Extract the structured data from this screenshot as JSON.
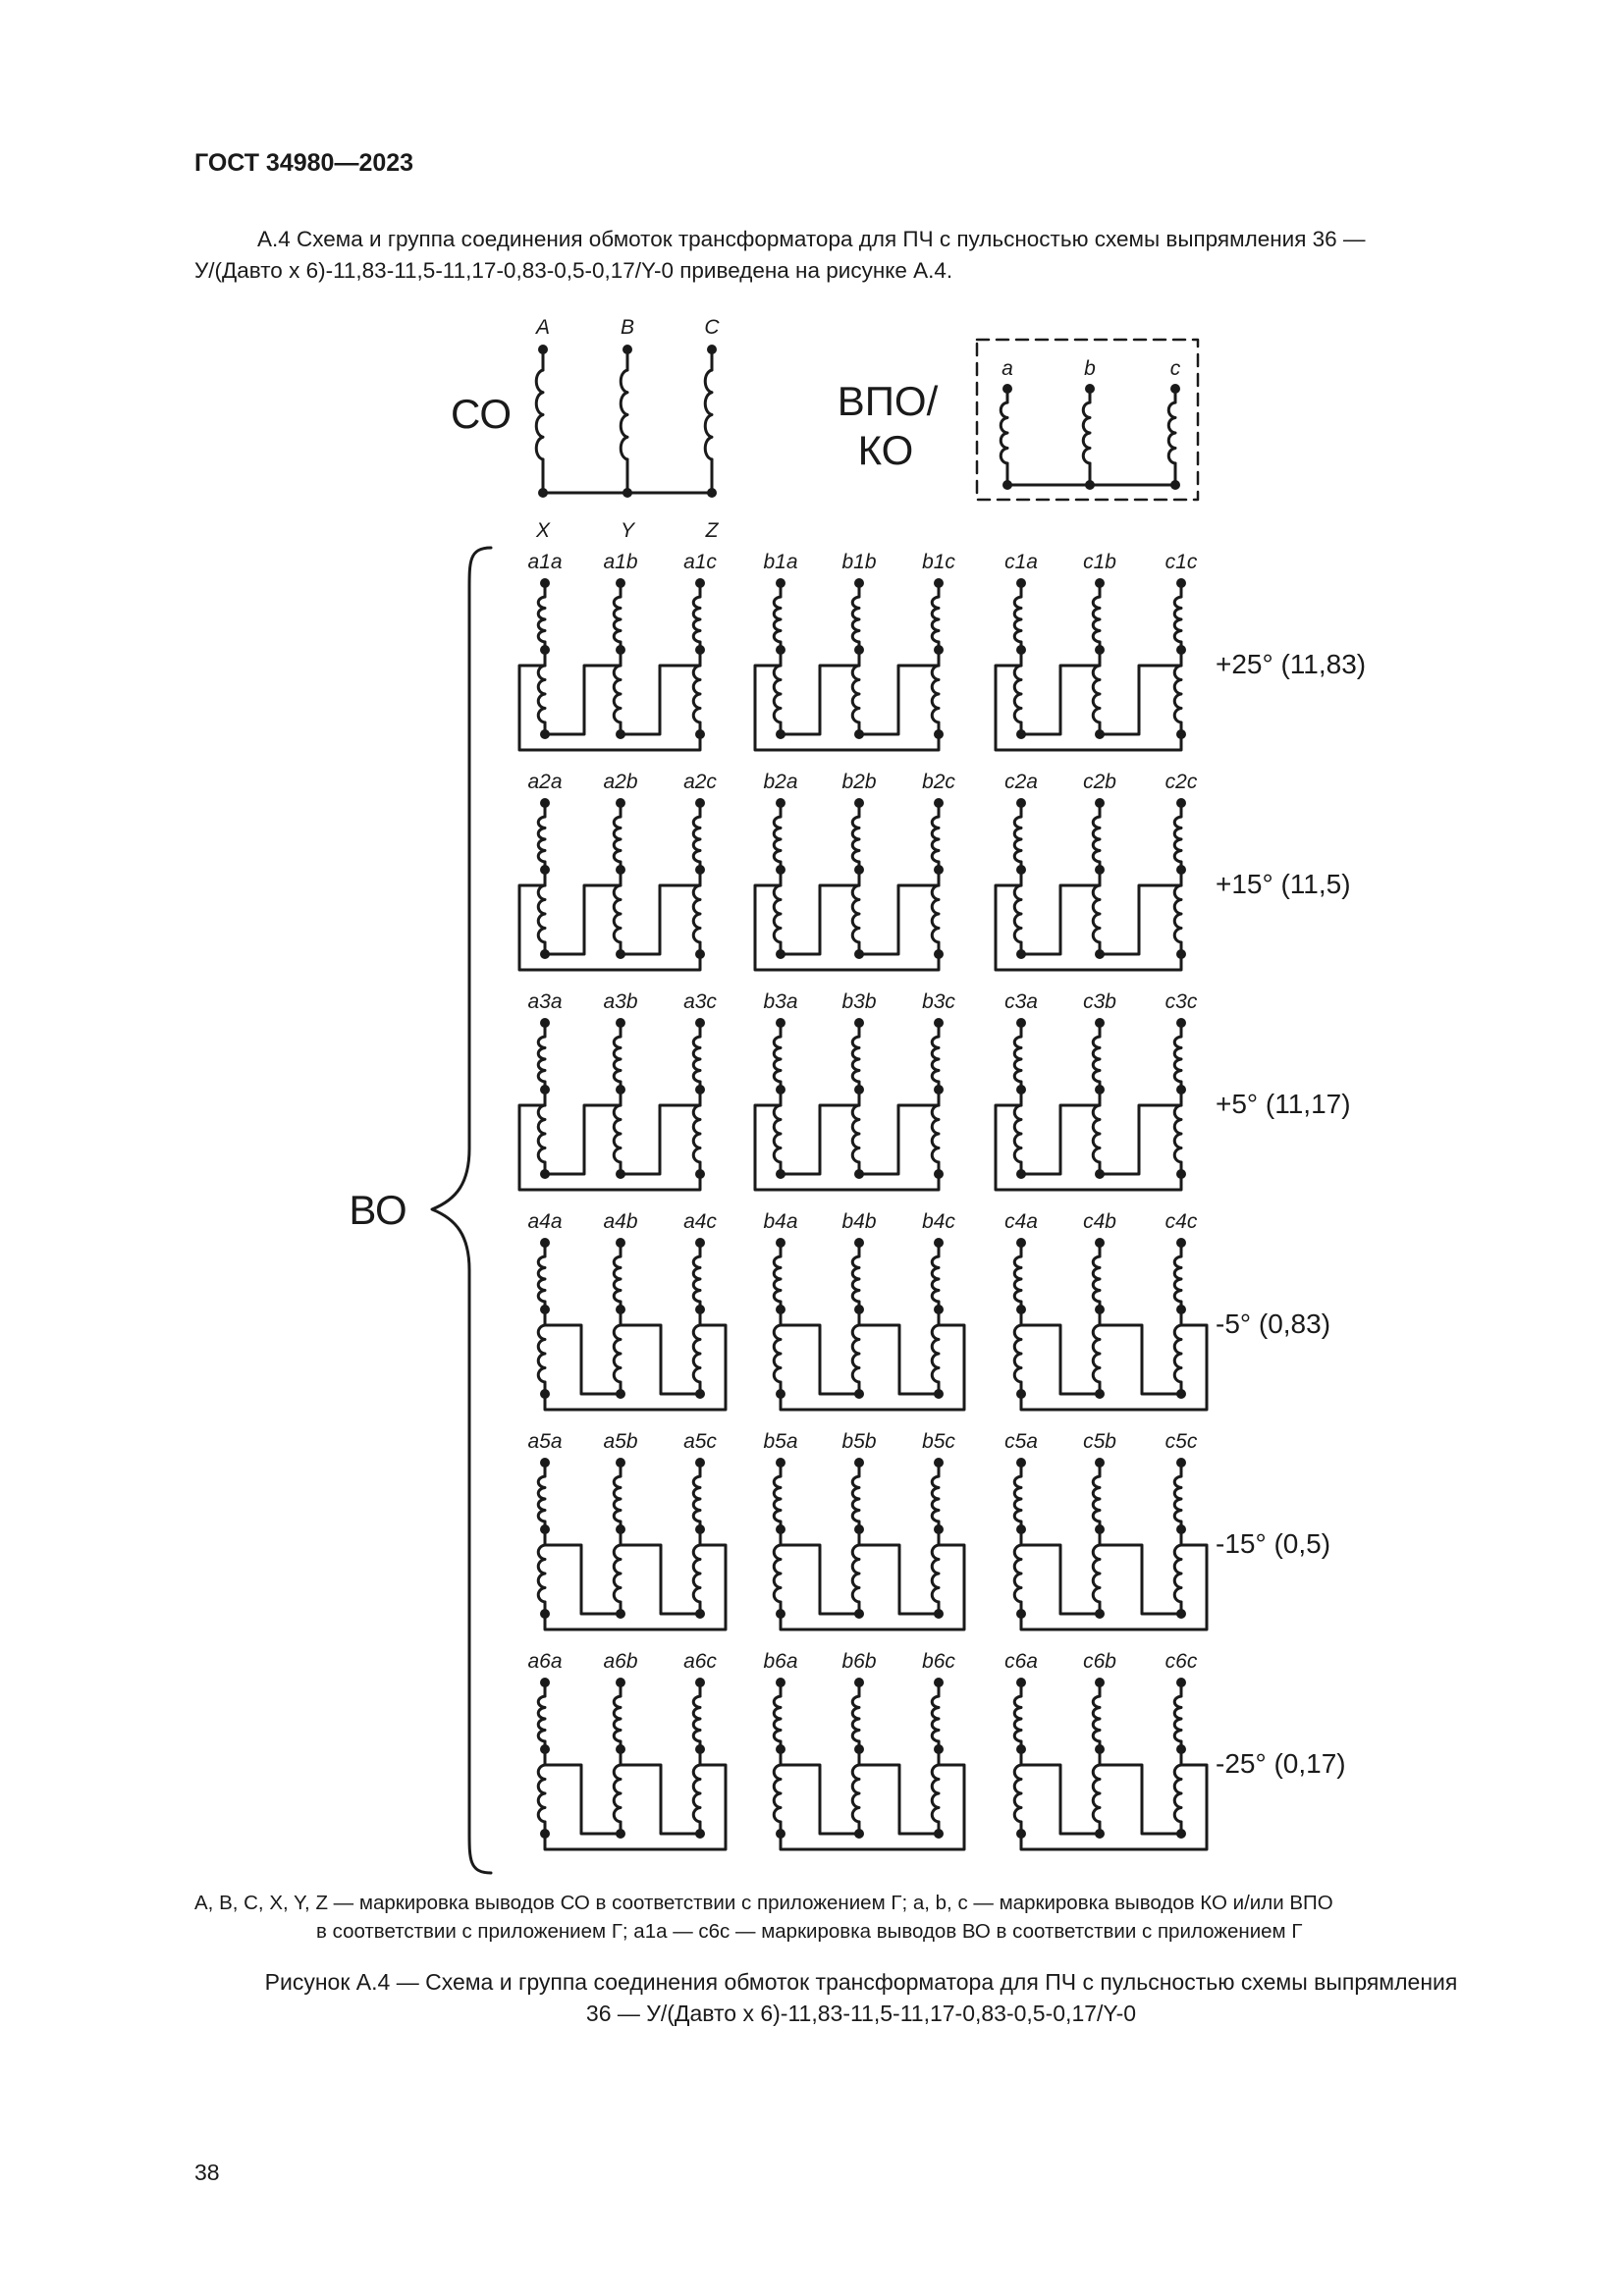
{
  "header": {
    "standard": "ГОСТ 34980—2023"
  },
  "intro": {
    "line1": "А.4  Схема и группа соединения обмоток трансформатора для ПЧ с пульсностью схемы выпрямления 36 —",
    "line2": "У/(Давто х 6)-11,83-11,5-11,17-0,83-0,5-0,17/Y-0 приведена на рисунке А.4."
  },
  "diagram": {
    "co": {
      "label": "СО",
      "top_terminals": [
        "A",
        "B",
        "C"
      ],
      "bottom_terminals": [
        "X",
        "Y",
        "Z"
      ]
    },
    "vpo": {
      "label_line1": "ВПО/",
      "label_line2": "КО",
      "terminals": [
        "a",
        "b",
        "c"
      ]
    },
    "vo": {
      "label": "ВО",
      "rows": [
        {
          "phase": "+25° (11,83)",
          "wiring": "right",
          "groups": [
            [
              "a1a",
              "a1b",
              "a1c"
            ],
            [
              "b1a",
              "b1b",
              "b1c"
            ],
            [
              "c1a",
              "c1b",
              "c1c"
            ]
          ]
        },
        {
          "phase": "+15° (11,5)",
          "wiring": "right",
          "groups": [
            [
              "a2a",
              "a2b",
              "a2c"
            ],
            [
              "b2a",
              "b2b",
              "b2c"
            ],
            [
              "c2a",
              "c2b",
              "c2c"
            ]
          ]
        },
        {
          "phase": "+5° (11,17)",
          "wiring": "right",
          "groups": [
            [
              "a3a",
              "a3b",
              "a3c"
            ],
            [
              "b3a",
              "b3b",
              "b3c"
            ],
            [
              "c3a",
              "c3b",
              "c3c"
            ]
          ]
        },
        {
          "phase": "-5° (0,83)",
          "wiring": "left",
          "groups": [
            [
              "a4a",
              "a4b",
              "a4c"
            ],
            [
              "b4a",
              "b4b",
              "b4c"
            ],
            [
              "c4a",
              "c4b",
              "c4c"
            ]
          ]
        },
        {
          "phase": "-15° (0,5)",
          "wiring": "left",
          "groups": [
            [
              "a5a",
              "a5b",
              "a5c"
            ],
            [
              "b5a",
              "b5b",
              "b5c"
            ],
            [
              "c5a",
              "c5b",
              "c5c"
            ]
          ]
        },
        {
          "phase": "-25° (0,17)",
          "wiring": "left",
          "groups": [
            [
              "a6a",
              "a6b",
              "a6c"
            ],
            [
              "b6a",
              "b6b",
              "b6c"
            ],
            [
              "c6a",
              "c6b",
              "c6c"
            ]
          ]
        }
      ]
    }
  },
  "legend": {
    "line1": "A, B, C, X, Y, Z — маркировка выводов СО в соответствии с приложением Г; a, b, c — маркировка выводов КО и/или ВПО",
    "line2": "в  соответствии с приложением Г; a1a — c6c — маркировка выводов ВО в соответствии с приложением Г"
  },
  "caption": {
    "line1": "Рисунок А.4 — Схема и группа соединения обмоток трансформатора для ПЧ с пульсностью схемы выпрямления",
    "line2": "36 — У/(Давто х 6)-11,83-11,5-11,17-0,83-0,5-0,17/Y-0"
  },
  "page": {
    "number": "38"
  }
}
